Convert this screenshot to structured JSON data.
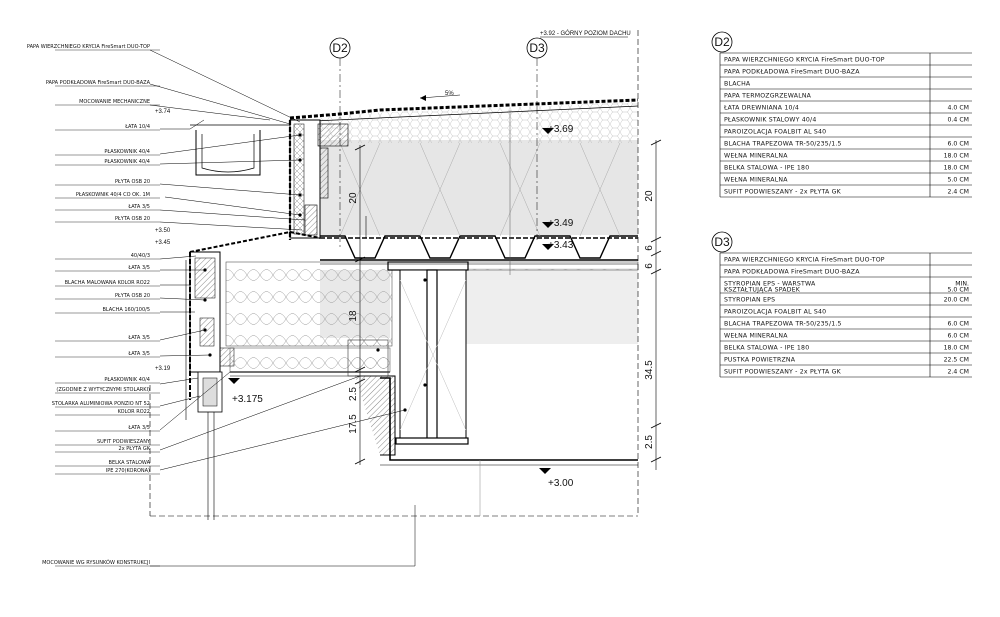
{
  "top_note": "+3.92 - GÓRNY POZIOM DACHU",
  "section_marks": [
    "D2",
    "D3"
  ],
  "slope": "5%",
  "labels_left": [
    "PAPA WIERZCHNIEGO KRYCIA FireSmart DUO-TOP",
    "PAPA PODKŁADOWA FireSmart DUO-BAZA",
    "MOCOWANIE MECHANICZNE",
    "ŁATA 10/4",
    "PŁASKOWNIK 40/4",
    "PŁASKOWNIK 40/4",
    "PŁYTA OSB 20",
    "PŁASKOWNIK 40/4 CO OK. 1M",
    "ŁATA 3/5",
    "PŁYTA OSB 20",
    "40/40/3",
    "ŁATA 3/5",
    "BLACHA MALOWANA KOLOR RO22",
    "PŁYTA OSB 20",
    "BLACHA 160/100/5",
    "ŁATA 3/5",
    "ŁATA 3/5",
    "PŁASKOWNIK 40/4",
    "(ZGODNIE Z WYTYCZNYMI STOLARKI)",
    "STOLARKA ALUMINIOWA PONZIO NT 52",
    "KOLOR RO22",
    "ŁATA 3/5",
    "SUFIT PODWIESZANY",
    "2x PŁYTA GK",
    "BELKA STALOWA",
    "IPE 270(KORONA)",
    "MOCOWANIE WG RYSUNKÓW KONSTRUKCJI"
  ],
  "small_elevations": [
    "+3.74",
    "+3.50",
    "+3.45",
    "+3.19"
  ],
  "elevations": [
    "+3.69",
    "+3.49",
    "+3.43",
    "+3.175",
    "+3.00"
  ],
  "dims_left": [
    "20",
    "18",
    "2.5",
    "17.5"
  ],
  "dims_right": [
    "20",
    "6",
    "6",
    "34.5",
    "2.5"
  ],
  "table_d2": {
    "mark": "D2",
    "rows": [
      {
        "name": "PAPA WIERZCHNIEGO KRYCIA FireSmart DUO-TOP",
        "value": ""
      },
      {
        "name": "PAPA PODKŁADOWA FireSmart DUO-BAZA",
        "value": ""
      },
      {
        "name": "BLACHA",
        "value": ""
      },
      {
        "name": "PAPA TERMOZGRZEWALNA",
        "value": ""
      },
      {
        "name": "ŁATA DREWNIANA 10/4",
        "value": "4.0  CM"
      },
      {
        "name": "PŁASKOWNIK STALOWY 40/4",
        "value": "0.4  CM"
      },
      {
        "name": "PAROIZOLACJA FOALBIT AL S40",
        "value": ""
      },
      {
        "name": "BLACHA TRAPEZOWA TR-50/235/1.5",
        "value": "6.0  CM"
      },
      {
        "name": "WEŁNA MINERALNA",
        "value": "18.0  CM"
      },
      {
        "name": "BELKA STALOWA - IPE 180",
        "value": "18.0  CM"
      },
      {
        "name": "WEŁNA MINERALNA",
        "value": "5.0  CM"
      },
      {
        "name": "SUFIT PODWIESZANY - 2x PŁYTA GK",
        "value": "2.4  CM"
      }
    ]
  },
  "table_d3": {
    "mark": "D3",
    "rows": [
      {
        "name": "PAPA WIERZCHNIEGO KRYCIA FireSmart DUO-TOP",
        "value": "",
        "value2": ""
      },
      {
        "name": "PAPA PODKŁADOWA FireSmart DUO-BAZA",
        "value": "",
        "value2": ""
      },
      {
        "name": "STYROPIAN EPS - WARSTWA",
        "name2": "KSZTAŁTUJĄCA SPADEK",
        "value": "MIN.",
        "value2": "5.0  CM"
      },
      {
        "name": "STYROPIAN EPS",
        "value": "20.0  CM",
        "value2": ""
      },
      {
        "name": "PAROIZOLACJA FOALBIT AL S40",
        "value": "",
        "value2": ""
      },
      {
        "name": "BLACHA TRAPEZOWA TR-50/235/1.5",
        "value": "6.0  CM",
        "value2": ""
      },
      {
        "name": "WEŁNA MINERALNA",
        "value": "6.0  CM",
        "value2": ""
      },
      {
        "name": "BELKA STALOWA - IPE 180",
        "value": "18.0  CM",
        "value2": ""
      },
      {
        "name": "PUSTKA POWIETRZNA",
        "value": "22.5  CM",
        "value2": ""
      },
      {
        "name": "SUFIT PODWIESZANY - 2x PŁYTA GK",
        "value": "2.4  CM",
        "value2": ""
      }
    ]
  }
}
